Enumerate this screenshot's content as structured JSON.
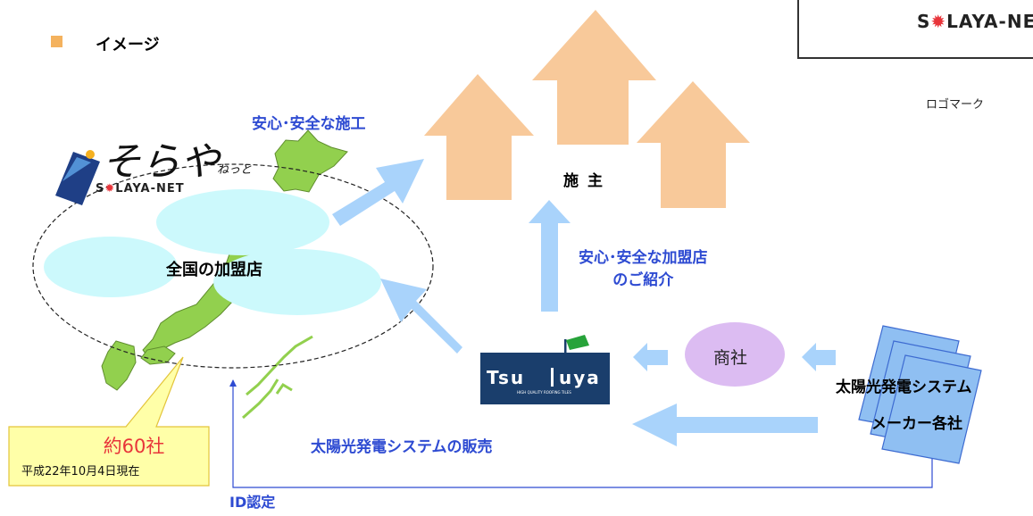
{
  "heading": {
    "text": "イメージ"
  },
  "logo_box": {
    "text_prefix": "S",
    "text_suffix": "LAYA-NE",
    "caption": "ロゴマーク"
  },
  "brand_logo": {
    "script_text": "そらや",
    "small_text": "ねっと",
    "text_prefix": "S",
    "text_suffix": "LAYA-NET"
  },
  "labels": {
    "sekou": "安心･安全な施工",
    "seshu": "施主",
    "kamei": "全国の加盟店",
    "shokai_line1": "安心･安全な加盟店",
    "shokai_line2": "のご紹介",
    "shosha": "商社",
    "maker_line1": "太陽光発電システム",
    "maker_line2": "メーカー各社",
    "hanbai": "太陽光発電システムの販売",
    "id_nintei": "ID認定"
  },
  "tsuruya_logo": {
    "text_part1": "Tsu",
    "text_part2": "uya",
    "tagline": "HIGH QUALITY ROOFING TILES"
  },
  "callout": {
    "count": "約60社",
    "date": "平成22年10月4日現在"
  },
  "colors": {
    "house": "#f8c99a",
    "arrow": "#a9d3fb",
    "cloud": "#ccf9fc",
    "map": "#92d04e",
    "panel": "#8fbff2",
    "trade_bubble": "#dcbcf2",
    "callout_bg": "#ffffa8",
    "callout_border": "#e3c43a",
    "accent_blue": "#2e4bd2",
    "flag_green": "#27a33a",
    "tsuruya_navy": "#1a3e6c",
    "sun_red": "#e8343a"
  }
}
